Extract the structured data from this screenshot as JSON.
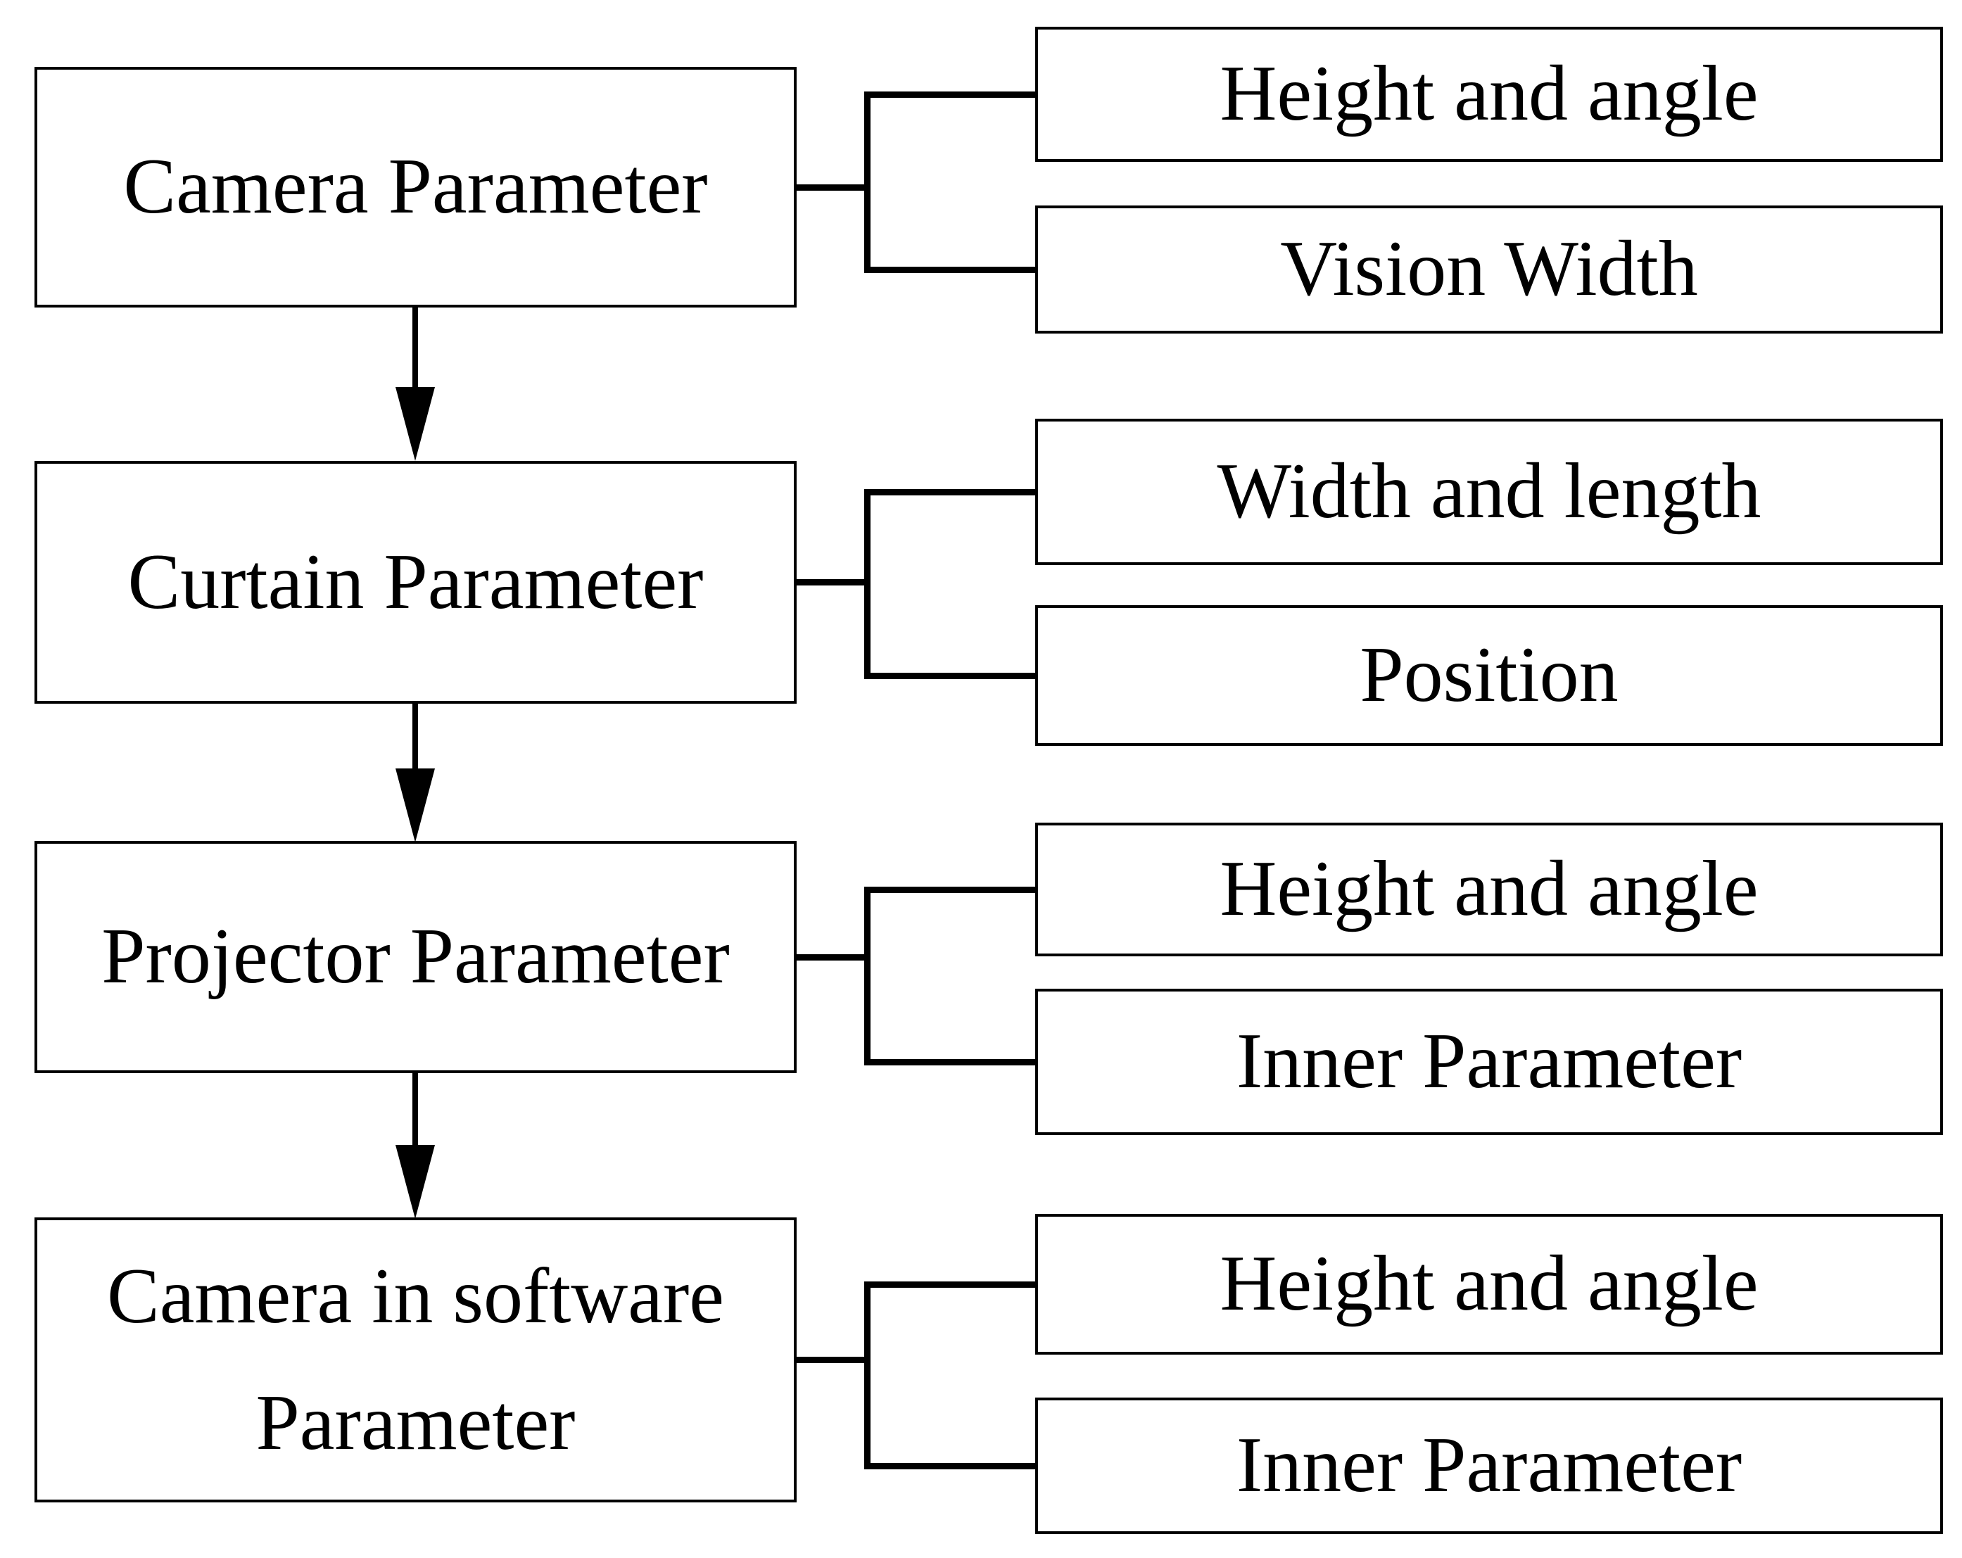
{
  "diagram": {
    "background_color": "#ffffff",
    "line_color": "#000000",
    "text_color": "#000000",
    "sections": [
      {
        "source": "Camera Parameter",
        "children": [
          "Height and angle",
          "Vision Width"
        ]
      },
      {
        "source": "Curtain Parameter",
        "children": [
          "Width and length",
          "Position"
        ]
      },
      {
        "source": "Projector Parameter",
        "children": [
          "Height and angle",
          "Inner Parameter"
        ]
      },
      {
        "source": "Camera in software Parameter",
        "children": [
          "Height and angle",
          "Inner Parameter"
        ]
      }
    ]
  }
}
